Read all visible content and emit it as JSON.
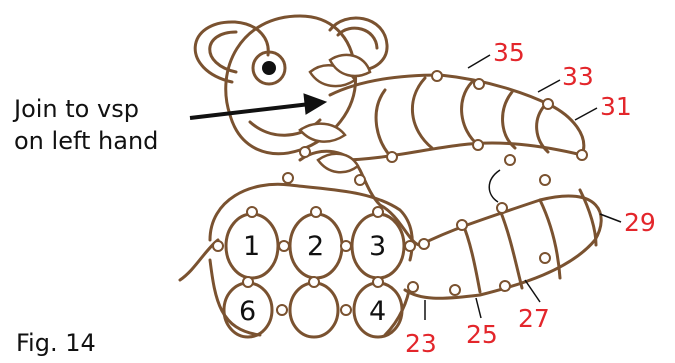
{
  "annotation": {
    "line1": "Join to vsp",
    "line2": "on left hand"
  },
  "caption": "Fig. 14",
  "ring_labels": [
    "1",
    "2",
    "3",
    "4",
    "6"
  ],
  "chain_labels": [
    "35",
    "33",
    "31",
    "29",
    "27",
    "25",
    "23"
  ],
  "colors": {
    "thread": "#7a5230",
    "label_red": "#e3262b",
    "text": "#111111"
  }
}
